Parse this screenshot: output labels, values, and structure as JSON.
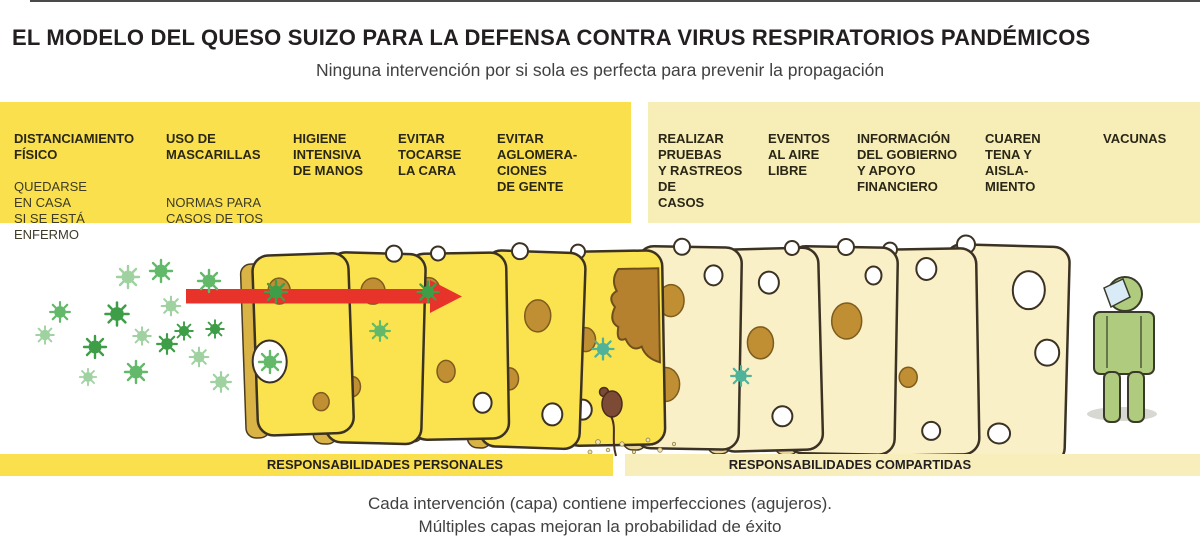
{
  "header": {
    "title": "EL MODELO DEL QUESO SUIZO PARA LA DEFENSA CONTRA VIRUS RESPIRATORIOS PANDÉMICOS",
    "subtitle": "Ninguna intervención por si sola es perfecta para prevenir la propagación"
  },
  "personal_block": {
    "label": "RESPONSABILIDADES PERSONALES",
    "columns": [
      {
        "header": "DISTANCIAMIENTO\nFÍSICO",
        "sub": "QUEDARSE\nEN CASA\nSI SE ESTÁ\nENFERMO"
      },
      {
        "header": "USO DE\nMASCARILLAS",
        "sub": "\nNORMAS PARA\nCASOS DE TOS"
      },
      {
        "header": "HIGIENE\nINTENSIVA\nDE MANOS",
        "sub": ""
      },
      {
        "header": "EVITAR\nTOCARSE\nLA CARA",
        "sub": ""
      },
      {
        "header": "EVITAR\nAGLOMERA-\nCIONES\nDE GENTE",
        "sub": ""
      }
    ]
  },
  "shared_block": {
    "label": "RESPONSABILIDADES COMPARTIDAS",
    "columns": [
      {
        "header": "REALIZAR\nPRUEBAS\nY RASTREOS\nDE\nCASOS",
        "sub": ""
      },
      {
        "header": "EVENTOS\nAL AIRE\nLIBRE",
        "sub": ""
      },
      {
        "header": "INFORMACIÓN\nDEL GOBIERNO\nY APOYO\nFINANCIERO",
        "sub": ""
      },
      {
        "header": "CUAREN\nTENA Y\nAISLA-\nMIENTO",
        "sub": ""
      },
      {
        "header": "VACUNAS",
        "sub": ""
      }
    ]
  },
  "footer": {
    "line1": "Cada intervención (capa) contiene imperfecciones (agujeros).",
    "line2": "Múltiples capas mejoran la probabilidad de éxito"
  },
  "illustration": {
    "scene": "virus particles passing through ten stacked swiss-cheese layers toward a masked person",
    "slice_count": 10
  },
  "colors": {
    "bright_yellow": "#F9E04C",
    "pale_yellow": "#F7EDB6",
    "cheese_bright": "#FBE34F",
    "cheese_pale": "#FAF0C8",
    "hole_brown": "#C08E33",
    "arrow_red": "#E8332A",
    "virus_green": "#63B96A",
    "person_green": "#AECB7E",
    "text_dark": "#231F20"
  }
}
